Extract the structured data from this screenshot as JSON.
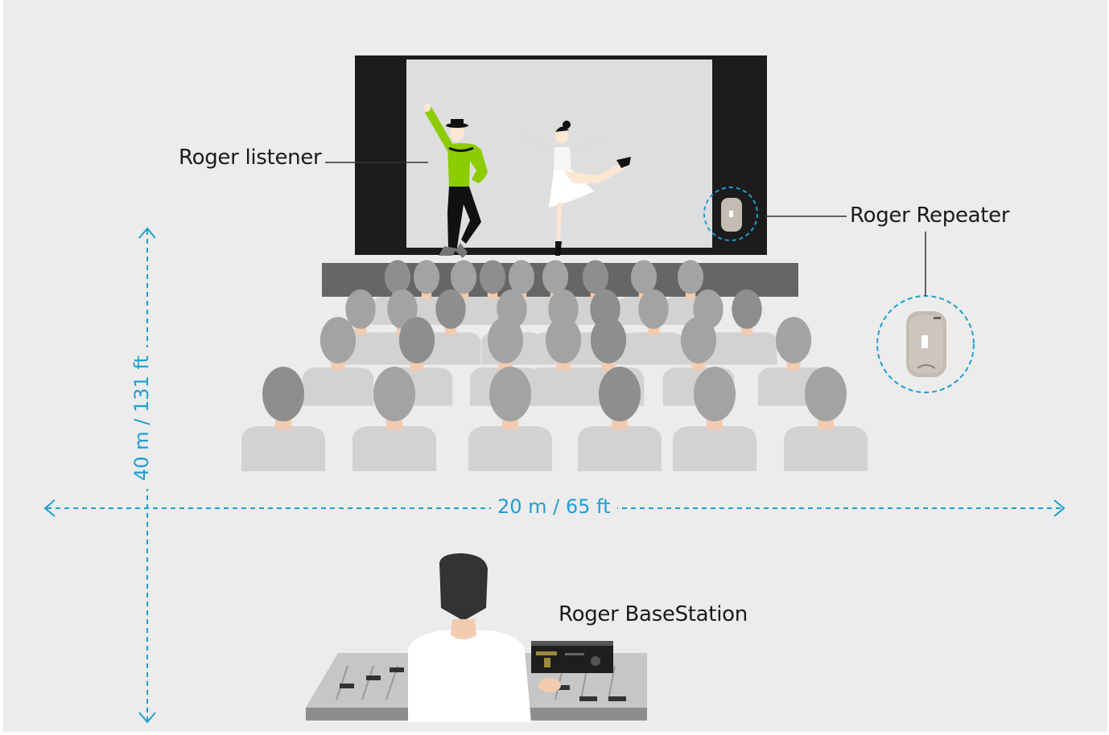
{
  "labels": {
    "listener": "Roger listener",
    "repeater": "Roger Repeater",
    "basestation": "Roger BaseStation"
  },
  "dimensions": {
    "width": "20 m / 65 ft",
    "depth": "40 m / 131 ft"
  },
  "colors": {
    "background": "#ececec",
    "dimension_line": "#1a9fd6",
    "dancer_shirt": "#8ccc00",
    "stage_frame": "#1c1c1c",
    "stage_screen": "#dedede",
    "audience_head": "#9a9a9a",
    "audience_shirt": "#d2d2d2"
  }
}
